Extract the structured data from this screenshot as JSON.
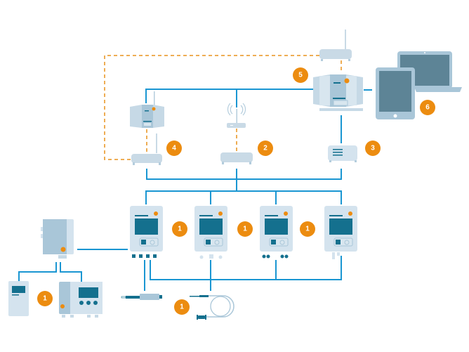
{
  "colors": {
    "line": "#1a96d2",
    "dashed": "#e8921c",
    "badge": "#ec8c10",
    "device_light": "#d4e3ee",
    "device_mid": "#b4cddd",
    "device_dark": "#14708e",
    "screen": "#5d8496"
  },
  "badges": {
    "logger_a": "1",
    "logger_b": "1",
    "logger_c": "1",
    "transmitter": "1",
    "probes": "1",
    "access_point": "2",
    "server": "3",
    "wifi_router": "4",
    "base_station": "5",
    "clients": "6"
  }
}
